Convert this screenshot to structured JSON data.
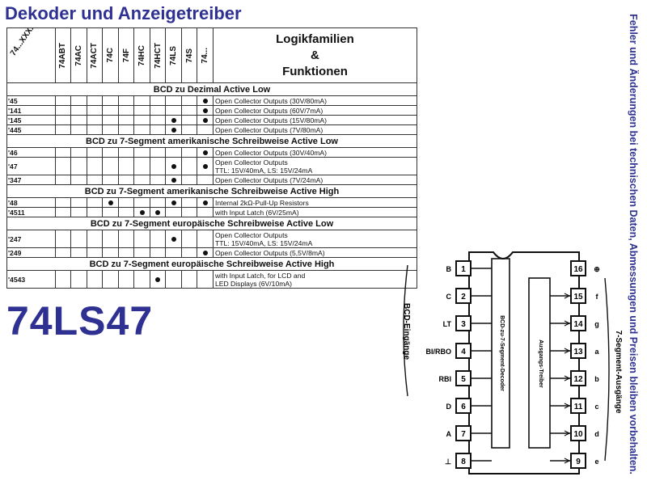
{
  "title": "Dekoder und Anzeigetreiber",
  "part_number": "74LS47",
  "side_note": "Fehler und Änderungen bei technischen Daten, Abmessungen und Preisen bleiben vorbehalten.",
  "table": {
    "corner_label": "74...XXXX",
    "families": [
      "74ABT",
      "74AC",
      "74ACT",
      "74C",
      "74F",
      "74HC",
      "74HCT",
      "74LS",
      "74S",
      "74..."
    ],
    "function_header": [
      "Logikfamilien",
      "&",
      "Funktionen"
    ],
    "sections": [
      {
        "title": "BCD zu Dezimal Active Low",
        "rows": [
          {
            "id": "'45",
            "desc": [
              "Open Collector Outputs (30V/80mA)"
            ],
            "dots": [
              9
            ]
          },
          {
            "id": "'141",
            "desc": [
              "Open Collector Outputs (60V/7mA)"
            ],
            "dots": [
              9
            ]
          },
          {
            "id": "'145",
            "desc": [
              "Open Collector Outputs (15V/80mA)"
            ],
            "dots": [
              7,
              9
            ]
          },
          {
            "id": "'445",
            "desc": [
              "Open Collector Outputs (7V/80mA)"
            ],
            "dots": [
              7
            ]
          }
        ]
      },
      {
        "title": "BCD zu 7-Segment amerikanische Schreibweise Active Low",
        "rows": [
          {
            "id": "'46",
            "desc": [
              "Open Collector Outputs (30V/40mA)"
            ],
            "dots": [
              9
            ]
          },
          {
            "id": "'47",
            "desc": [
              "Open Collector Outputs",
              "TTL: 15V/40mA, LS: 15V/24mA"
            ],
            "dots": [
              7,
              9
            ]
          },
          {
            "id": "'347",
            "desc": [
              "Open Collector Outputs (7V/24mA)"
            ],
            "dots": [
              7
            ]
          }
        ]
      },
      {
        "title": "BCD zu 7-Segment amerikanische Schreibweise Active High",
        "rows": [
          {
            "id": "'48",
            "desc": [
              "Internal 2kΩ-Pull-Up Resistors"
            ],
            "dots": [
              3,
              7,
              9
            ]
          },
          {
            "id": "'4511",
            "desc": [
              "with Input Latch (6V/25mA)"
            ],
            "dots": [
              5,
              6
            ]
          }
        ]
      },
      {
        "title": "BCD zu 7-Segment europäische Schreibweise Active Low",
        "rows": [
          {
            "id": "'247",
            "desc": [
              "Open Collector Outputs",
              "TTL: 15V/40mA, LS: 15V/24mA"
            ],
            "dots": [
              7
            ]
          },
          {
            "id": "'249",
            "desc": [
              "Open Collector Outputs (5,5V/8mA)"
            ],
            "dots": [
              9
            ]
          }
        ]
      },
      {
        "title": "BCD zu 7-Segment europäische Schreibweise Active High",
        "rows": [
          {
            "id": "'4543",
            "desc": [
              "with Input Latch, for LCD and",
              "LED Displays (6V/10mA)"
            ],
            "dots": [
              6
            ]
          }
        ]
      }
    ]
  },
  "diagram": {
    "left_pins": [
      "1",
      "2",
      "3",
      "4",
      "5",
      "6",
      "7",
      "8"
    ],
    "right_pins": [
      "16",
      "15",
      "14",
      "13",
      "12",
      "11",
      "10",
      "9"
    ],
    "left_labels": [
      "B",
      "C",
      "LT",
      "BI/RBO",
      "RBI",
      "D",
      "A",
      "⊥"
    ],
    "right_labels": [
      "⊕",
      "f",
      "g",
      "a",
      "b",
      "c",
      "d",
      "e"
    ],
    "decoder_label": "BCD-zu-7-Segment-Decoder",
    "driver_label": "Ausgangs-Treiber",
    "input_group": "BCD-Eingänge",
    "output_group": "7-Segment-Ausgänge"
  }
}
